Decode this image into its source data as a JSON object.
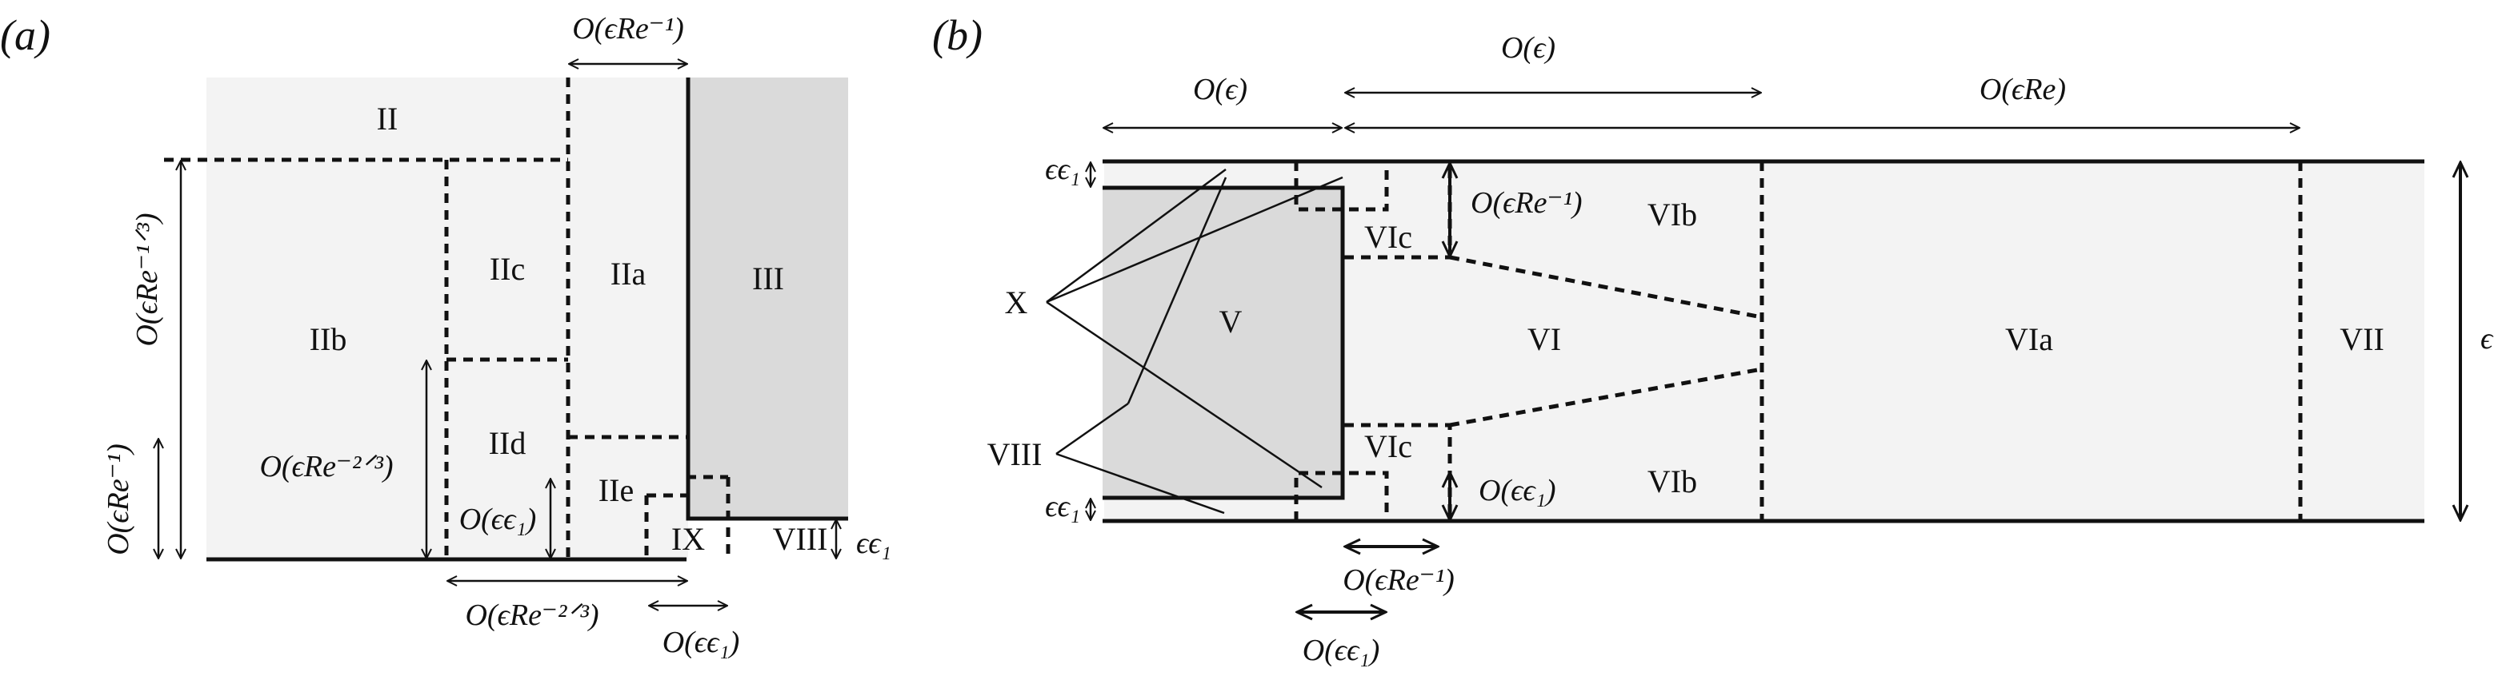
{
  "panels": {
    "a": {
      "tag": "(a)",
      "regions": {
        "II": "II",
        "IIa": "IIa",
        "IIb": "IIb",
        "IIc": "IIc",
        "IId": "IId",
        "IIe": "IIe",
        "III": "III",
        "VIII": "VIII",
        "IX": "IX"
      },
      "dims": {
        "top": "O(ϵRe⁻¹)",
        "left_tall": "O(ϵRe⁻¹ᐟ³)",
        "left_short": "O(ϵRe⁻¹)",
        "mid": "O(ϵRe⁻²ᐟ³)",
        "small": "O(ϵϵ₁)",
        "bottom1": "O(ϵRe⁻²ᐟ³)",
        "bottom2": "O(ϵϵ₁)",
        "step": "ϵϵ₁"
      }
    },
    "b": {
      "tag": "(b)",
      "regions": {
        "V": "V",
        "VI": "VI",
        "VIa": "VIa",
        "VIb_top": "VIb",
        "VIb_bot": "VIb",
        "VIc_top": "VIc",
        "VIc_bot": "VIc",
        "VII": "VII",
        "X": "X",
        "VIII": "VIII"
      },
      "dims": {
        "top1": "O(ϵ)",
        "top2": "O(ϵ)",
        "top3": "O(ϵRe)",
        "inner_top": "O(ϵRe⁻¹)",
        "inner_bot": "O(ϵϵ₁)",
        "bottom1": "O(ϵRe⁻¹)",
        "bottom2": "O(ϵϵ₁)",
        "left_top": "ϵϵ₁",
        "left_bot": "ϵϵ₁",
        "right": "ϵ"
      }
    }
  },
  "colors": {
    "light_region": "#f3f3f3",
    "dark_region": "#dadada",
    "line": "#111111"
  }
}
